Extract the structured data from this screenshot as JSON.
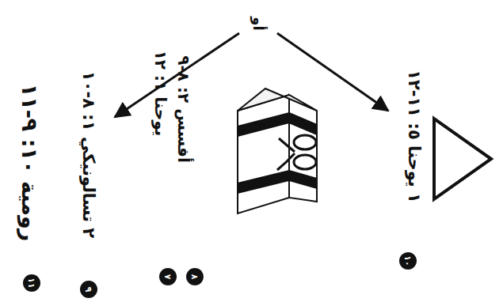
{
  "diagram": {
    "labels": [
      "أو",
      "١ يوحنا ٥: ١١-١٢",
      "١٠",
      "أفسس ٢: ٨-٩",
      "يوحنا ١: ١٢",
      "٧",
      "٨",
      "٢ تسالونيكي ١: ٨-١٠",
      "٩",
      "رومية ١٠: ٩-١١",
      "١١"
    ]
  }
}
